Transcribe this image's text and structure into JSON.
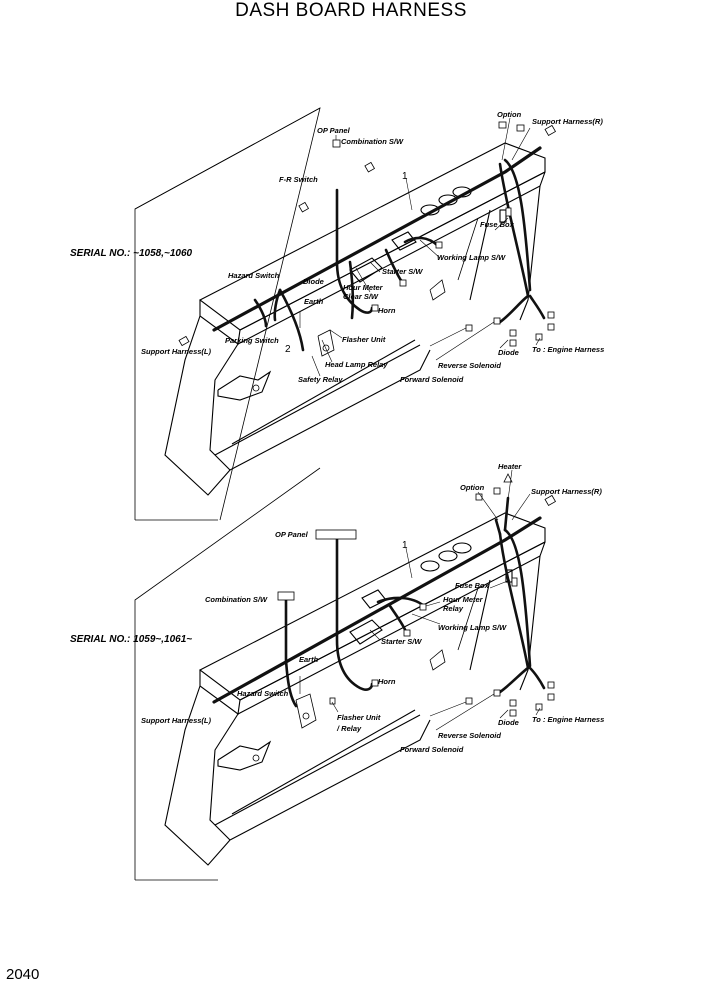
{
  "title": "DASH BOARD HARNESS",
  "page_number": "2040",
  "diagram_top": {
    "serial": "SERIAL NO.: ~1058,~1060",
    "part_number": "1",
    "part_number_2": "2",
    "labels": {
      "op_panel": "OP Panel",
      "combination_sw": "Combination S/W",
      "fr_switch": "F-R Switch",
      "option": "Option",
      "support_harness_r": "Support Harness(R)",
      "fuse_box": "Fuse Box",
      "hazard_switch": "Hazard Switch",
      "diode_upper": "Diode",
      "hour_meter": "Hour Meter",
      "clear_sw": "Clear S/W",
      "starter_sw": "Starter S/W",
      "working_lamp_sw": "Working Lamp S/W",
      "earth": "Earth",
      "horn": "Horn",
      "parking_switch": "Parking Switch",
      "support_harness_l": "Support Harness(L)",
      "flasher_unit": "Flasher Unit",
      "head_lamp_relay": "Head Lamp Relay",
      "safety_relay": "Safety Relay",
      "diode_lower": "Diode",
      "to_engine_harness": "To : Engine Harness",
      "reverse_solenoid": "Reverse Solenoid",
      "forward_solenoid": "Forward Solenoid"
    }
  },
  "diagram_bottom": {
    "serial": "SERIAL NO.: 1059~,1061~",
    "part_number": "1",
    "labels": {
      "heater": "Heater",
      "option": "Option",
      "support_harness_r": "Support Harness(R)",
      "op_panel": "OP Panel",
      "fuse_box": "Fuse Box",
      "hour_meter": "Hour Meter",
      "relay": "Relay",
      "combination_sw": "Combination S/W",
      "working_lamp_sw": "Working Lamp S/W",
      "starter_sw": "Starter S/W",
      "earth": "Earth",
      "horn": "Horn",
      "hazard_switch": "Hazard Switch",
      "support_harness_l": "Support Harness(L)",
      "flasher_unit": "Flasher Unit",
      "relay_slash": "/ Relay",
      "diode": "Diode",
      "to_engine_harness": "To : Engine Harness",
      "reverse_solenoid": "Reverse Solenoid",
      "forward_solenoid": "Forward Solenoid"
    }
  }
}
